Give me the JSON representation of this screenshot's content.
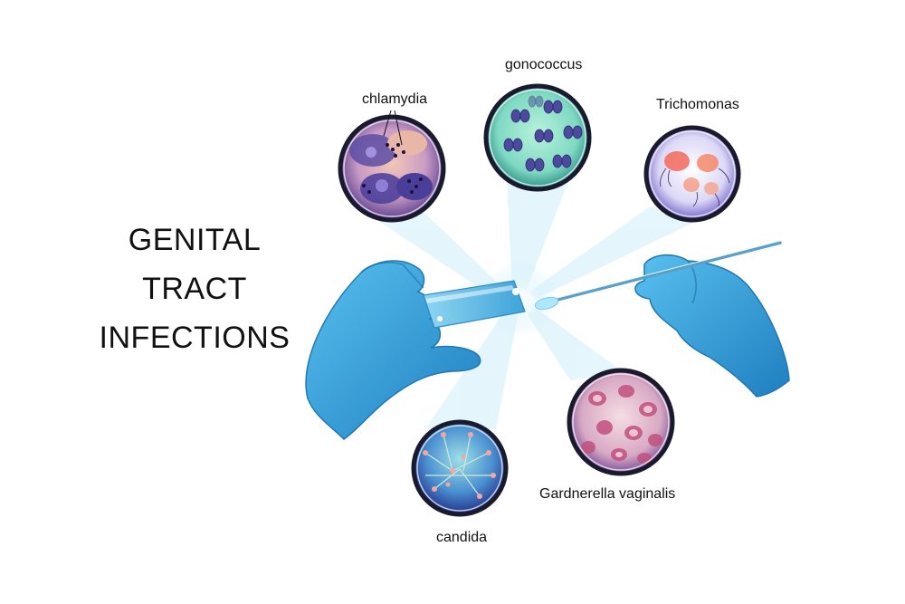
{
  "title": {
    "lines": [
      "GENITAL",
      "TRACT",
      "INFECTIONS"
    ]
  },
  "organisms": {
    "chlamydia": "chlamydia",
    "gonococcus": "gonococcus",
    "trichomonas": "Trichomonas",
    "candida": "candida",
    "gardnerella": "Gardnerella vaginalis"
  },
  "colors": {
    "glove": "#3aa6dc",
    "glove_dark": "#1f78b4",
    "ring": "#1a1a2e",
    "glow": "#bfe9fb"
  }
}
